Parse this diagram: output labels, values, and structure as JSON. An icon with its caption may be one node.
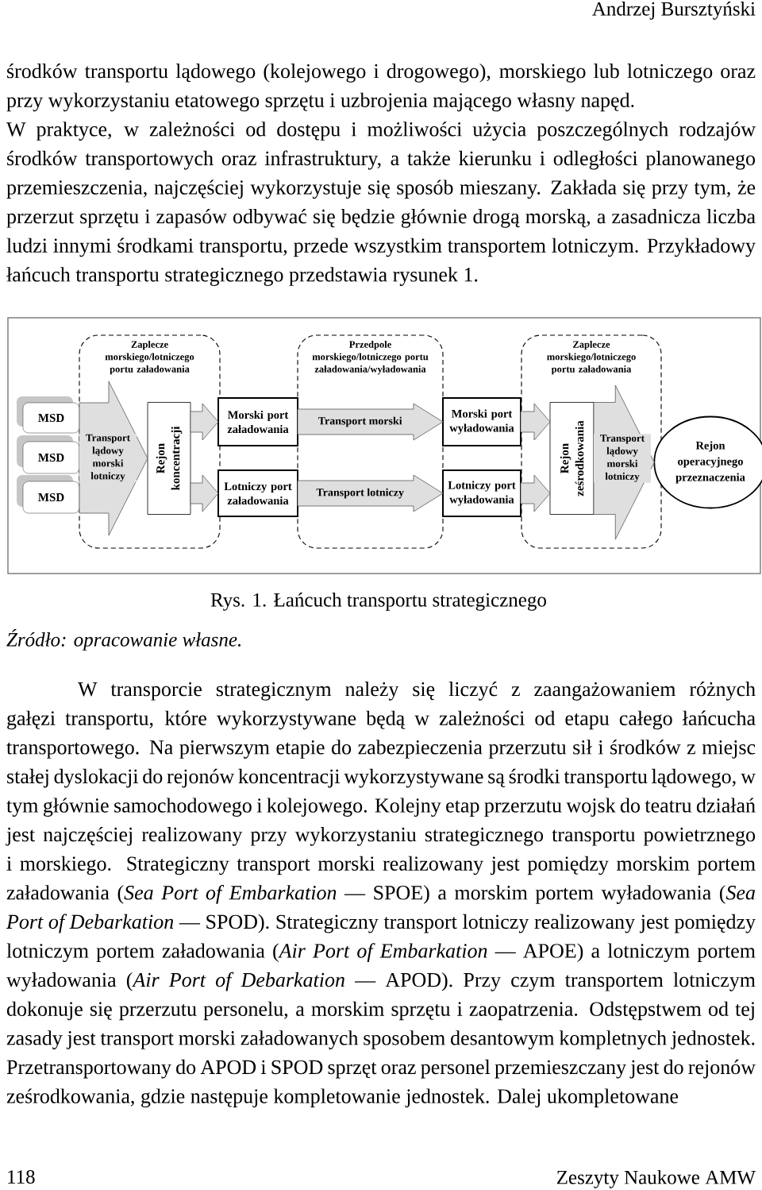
{
  "diagram": {
    "caption": "Rys. 1. Łańcuch transportu strategicznego",
    "nodes": [
      {
        "text": [
          "Zaplecze morskiego/lotniczego portu załadowania"
        ]
      },
      {
        "text": [
          "Przedpole morskiego/lotniczego portu załadowania/wyładowania"
        ]
      },
      {
        "text": [
          "Zaplecze morskiego/lotniczego portu załadowania"
        ]
      },
      {
        "text": [
          "MSD"
        ]
      },
      {
        "text": [
          "MSD"
        ]
      },
      {
        "text": [
          "MSD"
        ]
      },
      {
        "text": [
          "Rejon koncentracji"
        ],
        "in": 0
      },
      {
        "text": [
          "Morski port załadowania"
        ]
      },
      {
        "text": [
          "Lotniczy port załadowania"
        ]
      },
      {
        "text": [
          "Morski port wyładowania"
        ]
      },
      {
        "text": [
          "Lotniczy port wyładowania"
        ]
      },
      {
        "text": [
          "Rejon ześrodkowania"
        ],
        "in": 2
      },
      {
        "text": [
          "Rejon operacyjnego przeznaczenia"
        ]
      }
    ],
    "edges": [
      {
        "from": 3,
        "to": 6,
        "arrow": "to",
        "label": "Transport lądowy morski lotniczy"
      },
      {
        "from": 4,
        "to": 6,
        "arrow": "to"
      },
      {
        "from": 5,
        "to": 6,
        "arrow": "to"
      },
      {
        "from": 6,
        "to": 7,
        "arrow": "to"
      },
      {
        "from": 6,
        "to": 8,
        "arrow": "to"
      },
      {
        "from": 7,
        "to": 9,
        "arrow": "to",
        "label": "Transport morski"
      },
      {
        "from": 8,
        "to": 10,
        "arrow": "to",
        "label": "Transport lotniczy"
      },
      {
        "from": 9,
        "to": 11,
        "arrow": "to"
      },
      {
        "from": 10,
        "to": 11,
        "arrow": "to"
      },
      {
        "from": 11,
        "to": 12,
        "arrow": "to",
        "label": "Transport lądowy morski lotniczy"
      }
    ],
    "labels": [
      "Andrzej Bursztyński",
      "środków transportu lądowego (kolejowego i drogowego), morskiego lub lotniczego oraz przy wykorzystaniu etatowego sprzętu i uzbrojenia mającego własny napęd.",
      "W praktyce, w zależności od dostępu i możliwości użycia poszczególnych rodzajów środków transportowych oraz infrastruktury, a także kierunku i odległości planowanego przemieszczenia, najczęściej wykorzystuje się sposób mieszany. Zakłada się przy tym, że przerzut sprzętu i zapasów odbywać się będzie głównie drogą morską, a zasadnicza liczba ludzi innymi środkami transportu, przede wszystkim transportem lotniczym. Przykładowy łańcuch transportu strategicznego przedstawia rysunek 1.",
      "Źródło: opracowanie własne.",
      "W transporcie strategicznym należy się liczyć z zaangażowaniem różnych gałęzi transportu, które wykorzystywane będą w zależności od etapu całego łańcucha transportowego. Na pierwszym etapie do zabezpieczenia przerzutu sił i środków z miejsc stałej dyslokacji do rejonów koncentracji wykorzystywane są środki transportu lądowego, w tym głównie samochodowego i kolejowego. Kolejny etap przerzutu wojsk do teatru działań jest najczęściej realizowany przy wykorzystaniu strategicznego transportu powietrznego i morskiego. Strategiczny transport morski realizowany jest pomiędzy morskim portem załadowania (*Sea Port of Embarkation* — SPOE) a morskim portem wyładowania (*Sea Port of Debarkation* — SPOD). Strategiczny transport lotniczy realizowany jest pomiędzy lotniczym portem załadowania (*Air Port of Embarkation* — APOE) a lotniczym portem wyładowania (*Air Port of Debarkation* — APOD). Przy czym transportem lotniczym dokonuje się przerzutu personelu, a morskim sprzętu i zaopatrzenia. Odstępstwem od tej zasady jest transport morski załadowanych sposobem desantowym kompletnych jednostek. Przetransportowany do APOD i SPOD sprzęt oraz personel przemieszczany jest do rejonów ześrodkowania, gdzie następuje kompletowanie jednostek. Dalej ukompletowane",
      "118",
      "Zeszyty Naukowe AMW"
    ]
  }
}
